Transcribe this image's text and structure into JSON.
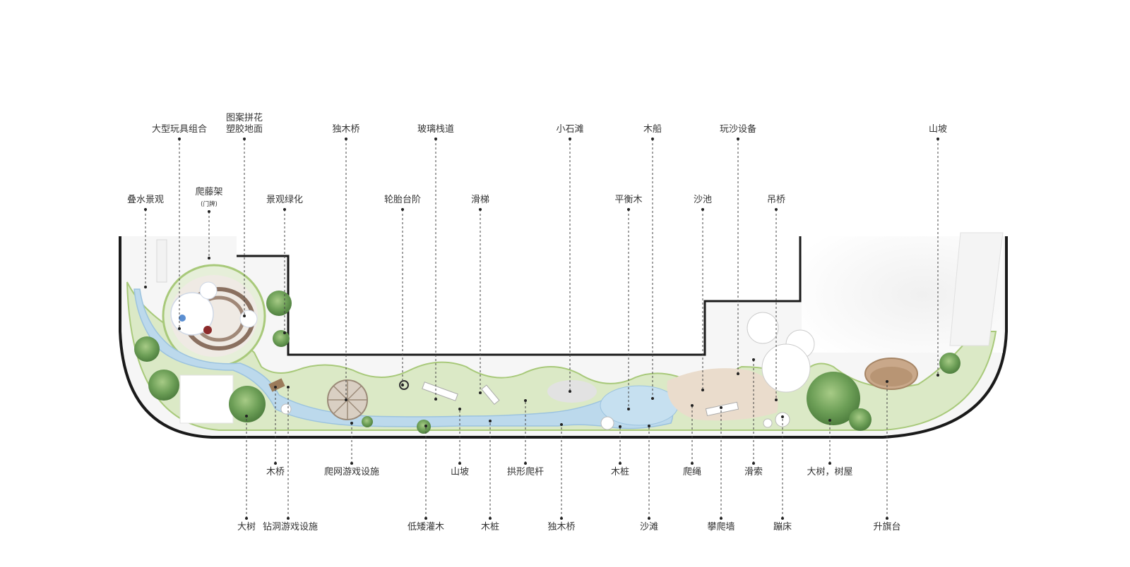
{
  "colors": {
    "outline": "#1a1a1a",
    "lawn": "#dbe9c6",
    "lawn_edge": "#a8c97a",
    "path": "#ebebeb",
    "water": "#bcd9ec",
    "water_edge": "#9cc3df",
    "tree": "#6d9f57",
    "tree_dark": "#4f7f3f",
    "sand": "#eadccc",
    "leader": "#444444",
    "dot": "#222222"
  },
  "labels": {
    "top": {
      "big_toy_set": "大型玩具组合",
      "pattern_floor_line1": "图案拼花",
      "pattern_floor_line2": "塑胶地面",
      "single_log_bridge_top": "独木桥",
      "glass_walkway": "玻璃栈道",
      "small_pebble_beach": "小石滩",
      "wooden_boat": "木船",
      "sand_play_equipment": "玩沙设备",
      "slope_top": "山坡",
      "cascade_water": "叠水景观",
      "vine_trellis": "爬藤架",
      "vine_trellis_note": "(门牌)",
      "landscape_greening": "景观绿化",
      "tire_steps": "轮胎台阶",
      "slide": "滑梯",
      "balance_beam": "平衡木",
      "sand_pit": "沙池",
      "suspension_bridge": "吊桥"
    },
    "bottom": {
      "wooden_bridge": "木桥",
      "net_climbing": "爬网游戏设施",
      "slope_bottom": "山坡",
      "arched_climber": "拱形爬杆",
      "wood_stakes_upper": "木桩",
      "climbing_rope": "爬绳",
      "zipline": "滑索",
      "big_tree_treehouse": "大树，树屋",
      "big_tree": "大树",
      "tunnel_play": "钻洞游戏设施",
      "low_shrubs": "低矮灌木",
      "wood_stakes_lower": "木桩",
      "single_log_bridge_bottom": "独木桥",
      "beach": "沙滩",
      "climbing_wall": "攀爬墙",
      "trampoline": "蹦床",
      "flag_platform": "升旗台"
    }
  }
}
